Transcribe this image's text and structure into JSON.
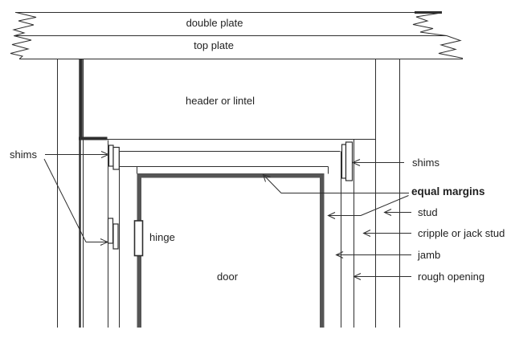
{
  "figure": {
    "type": "construction-diagram",
    "subject": "door rough opening framing"
  },
  "colors": {
    "background": "#ffffff",
    "line": "#2e2e2e",
    "door_outline": "#555555",
    "text": "#1f1f1f"
  },
  "labels": {
    "double_plate": "double plate",
    "top_plate": "top plate",
    "header": "header or lintel",
    "shims_left": "shims",
    "shims_right": "shims",
    "equal_margins": "equal margins",
    "stud": "stud",
    "cripple_or_jack_stud": "cripple or jack stud",
    "jamb": "jamb",
    "rough_opening": "rough opening",
    "hinge": "hinge",
    "door": "door"
  }
}
